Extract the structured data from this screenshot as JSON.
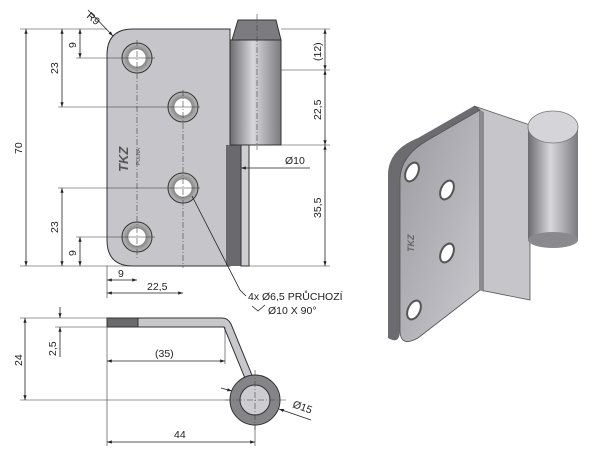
{
  "drawing": {
    "front_view": {
      "dims": {
        "radius": "R9",
        "overall_height": "70",
        "top_hole_offset": "9",
        "top_hole_pitch": "23",
        "bottom_hole_pitch": "23",
        "bottom_hole_offset": "9",
        "pin_cap": "(12)",
        "barrel_length": "22,5",
        "pin_diameter": "Ø10",
        "pin_exposed": "35,5",
        "hole_x1": "9",
        "hole_x2": "22,5"
      },
      "hole_note": "4x Ø6,5 PRŮCHOZÍ",
      "countersink_note": "Ø10 X 90°",
      "logo": "TKZ POLNA"
    },
    "side_view": {
      "dims": {
        "height": "24",
        "thickness": "2,5",
        "flat_length": "(35)",
        "overall_length": "44",
        "barrel_diameter": "Ø15"
      }
    },
    "colors": {
      "metal_light": "#d4d4d8",
      "metal_mid": "#a9a9ae",
      "metal_dark": "#5e5e62",
      "line": "#222222"
    }
  }
}
